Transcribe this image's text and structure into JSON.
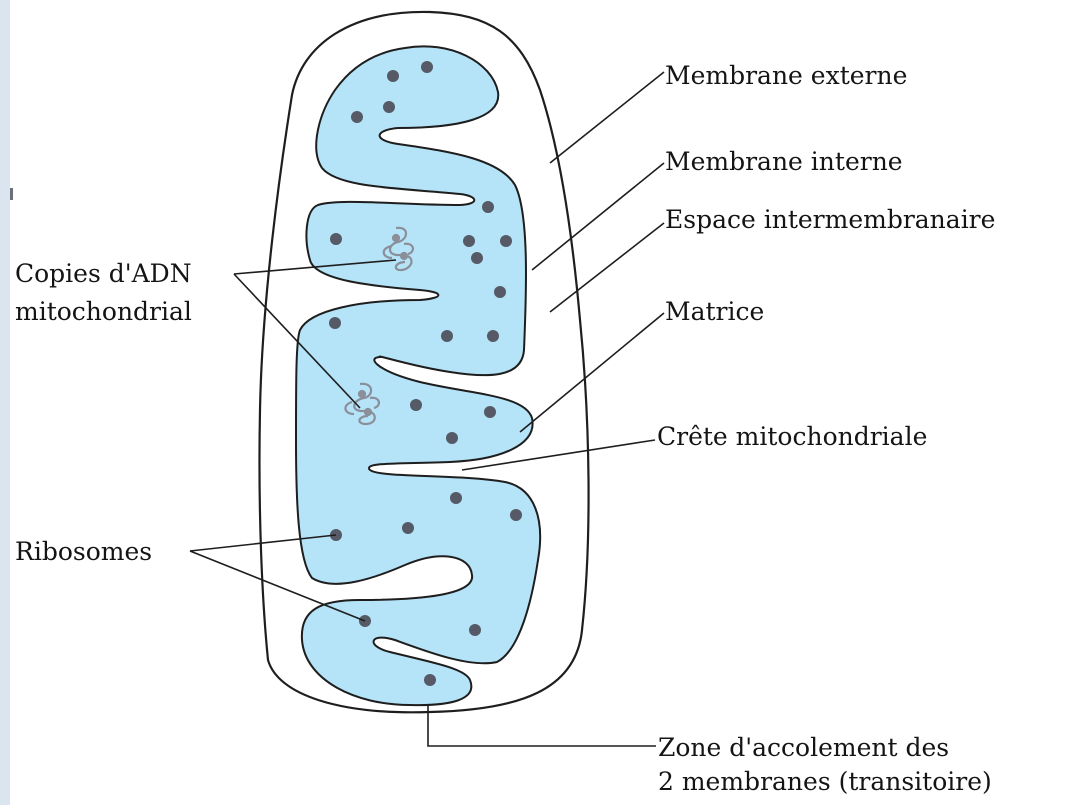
{
  "labels": {
    "outer_membrane": "Membrane externe",
    "inner_membrane": "Membrane interne",
    "intermembrane_space": "Espace intermembranaire",
    "matrix": "Matrice",
    "crista": "Crête mitochondriale",
    "mtdna_line1": "Copies d'ADN",
    "mtdna_line2": "mitochondrial",
    "ribosomes": "Ribosomes",
    "contact_zone_line1": "Zone d'accolement des",
    "contact_zone_line2": "2 membranes (transitoire)"
  },
  "colors": {
    "matrix_fill": "#b5e3f8",
    "outline": "#1e1e1e",
    "ribosome": "#555a66",
    "dna": "#8a8f99",
    "leader": "#1e1e1e",
    "side_strip": "#dbe5ef"
  }
}
